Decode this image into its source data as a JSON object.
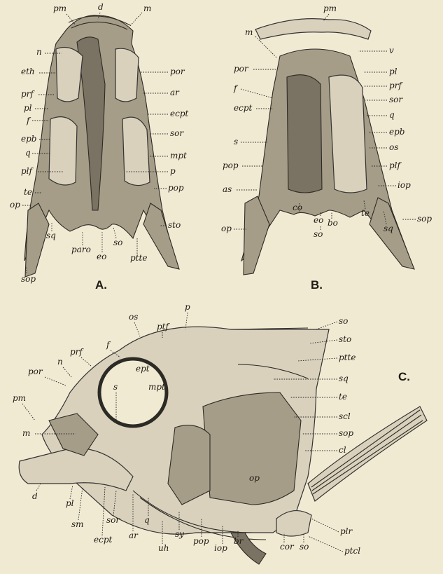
{
  "figure": {
    "panels": [
      {
        "id": "A",
        "caption": "A.",
        "labels": [
          "pm",
          "d",
          "m",
          "n",
          "eth",
          "por",
          "ar",
          "prf",
          "pl",
          "f",
          "ecpt",
          "epb",
          "sor",
          "q",
          "mpt",
          "plf",
          "p",
          "te",
          "pop",
          "op",
          "sto",
          "sq",
          "paro",
          "so",
          "eo",
          "ptte",
          "sop"
        ]
      },
      {
        "id": "B",
        "caption": "B.",
        "labels": [
          "pm",
          "m",
          "v",
          "por",
          "pl",
          "prf",
          "f",
          "sor",
          "ecpt",
          "q",
          "epb",
          "s",
          "os",
          "pop",
          "plf",
          "iop",
          "as",
          "co",
          "eo",
          "bo",
          "so",
          "te",
          "sq",
          "op",
          "sop"
        ]
      },
      {
        "id": "C",
        "caption": "C.",
        "labels": [
          "p",
          "os",
          "ptf",
          "so",
          "sto",
          "ptte",
          "f",
          "prf",
          "n",
          "por",
          "sq",
          "ept",
          "mpt",
          "s",
          "te",
          "scl",
          "pm",
          "sop",
          "cl",
          "m",
          "op",
          "d",
          "pl",
          "sm",
          "ecpt",
          "sor",
          "ar",
          "q",
          "uh",
          "sy",
          "pop",
          "iop",
          "br",
          "cor",
          "so",
          "plr",
          "ptcl"
        ]
      }
    ]
  }
}
